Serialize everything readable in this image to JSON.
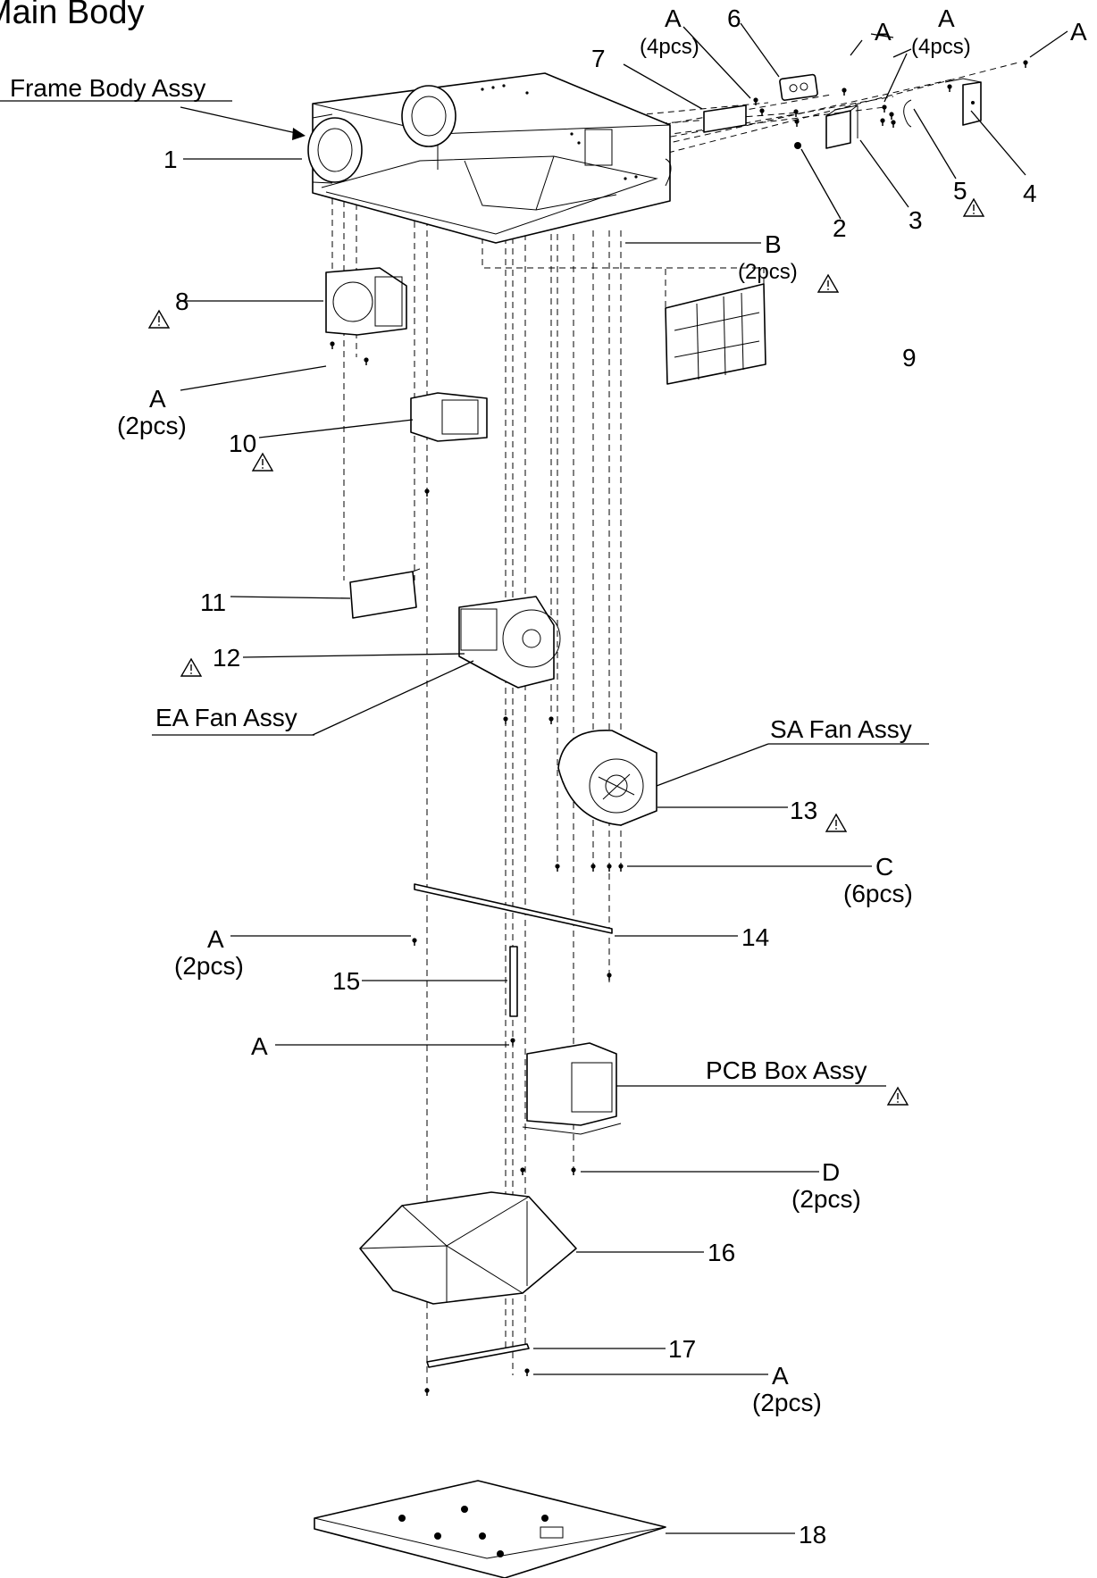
{
  "title": "Main Body",
  "assemblies": {
    "frame_body": "Frame Body Assy",
    "ea_fan": "EA Fan Assy",
    "sa_fan": "SA Fan Assy",
    "pcb_box": "PCB Box Assy"
  },
  "parts": {
    "p1": "1",
    "p2": "2",
    "p3": "3",
    "p4": "4",
    "p5": "5",
    "p6": "6",
    "p7": "7",
    "p8": "8",
    "p9": "9",
    "p10": "10",
    "p11": "11",
    "p12": "12",
    "p13": "13",
    "p14": "14",
    "p15": "15",
    "p16": "16",
    "p17": "17",
    "p18": "18"
  },
  "screws": {
    "a_top_4pcs_1": {
      "letter": "A",
      "qty": "(4pcs)"
    },
    "a_top_single_1": {
      "letter": "A"
    },
    "a_top_4pcs_2": {
      "letter": "A",
      "qty": "(4pcs)"
    },
    "a_top_single_2": {
      "letter": "A"
    },
    "b_2pcs": {
      "letter": "B",
      "qty": "(2pcs)"
    },
    "a_2pcs_left": {
      "letter": "A",
      "qty": "(2pcs)"
    },
    "c_6pcs": {
      "letter": "C",
      "qty": "(6pcs)"
    },
    "a_2pcs_mid": {
      "letter": "A",
      "qty": "(2pcs)"
    },
    "a_single_mid": {
      "letter": "A"
    },
    "d_2pcs": {
      "letter": "D",
      "qty": "(2pcs)"
    },
    "a_2pcs_bottom": {
      "letter": "A",
      "qty": "(2pcs)"
    }
  },
  "icons": [
    "warning-triangle-icon"
  ]
}
